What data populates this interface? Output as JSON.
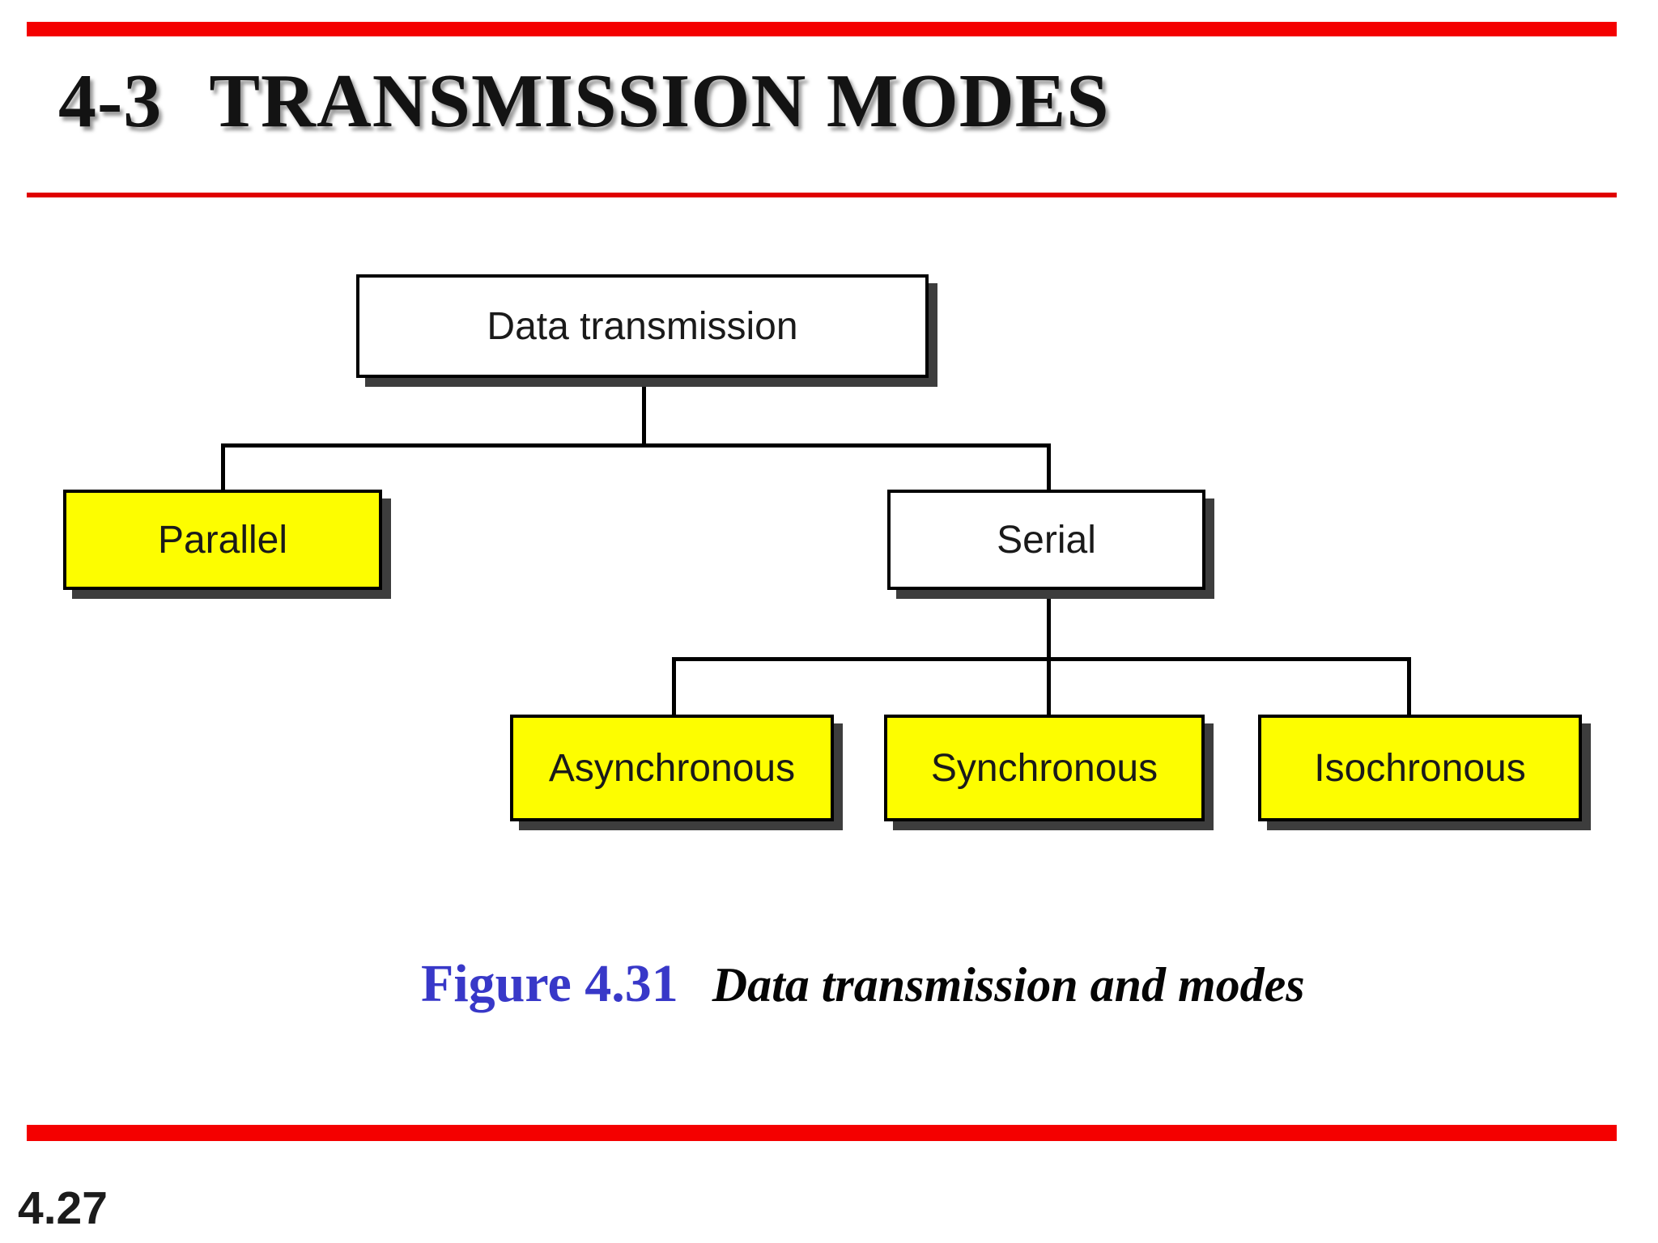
{
  "slide": {
    "header": {
      "section_number": "4-3",
      "title": "TRANSMISSION MODES"
    },
    "figure": {
      "label": "Figure 4.31",
      "caption": "Data transmission and modes"
    },
    "page_number": "4.27",
    "colors": {
      "accent_bar_red": "#f40000",
      "rule_red": "#e00000",
      "node_yellow": "#fdfd00",
      "node_white": "#ffffff",
      "node_border": "#000000",
      "node_shadow_gray": "#3d3d3d",
      "figure_label_blue": "#3838c8"
    }
  },
  "tree": {
    "nodes": {
      "data_transmission": {
        "label": "Data transmission",
        "fill": "white"
      },
      "parallel": {
        "label": "Parallel",
        "fill": "yellow"
      },
      "serial": {
        "label": "Serial",
        "fill": "white"
      },
      "asynchronous": {
        "label": "Asynchronous",
        "fill": "yellow"
      },
      "synchronous": {
        "label": "Synchronous",
        "fill": "yellow"
      },
      "isochronous": {
        "label": "Isochronous",
        "fill": "yellow"
      }
    },
    "hierarchy": {
      "root": "Data transmission",
      "children_of_root": [
        "Parallel",
        "Serial"
      ],
      "children_of_serial": [
        "Asynchronous",
        "Synchronous",
        "Isochronous"
      ]
    }
  }
}
